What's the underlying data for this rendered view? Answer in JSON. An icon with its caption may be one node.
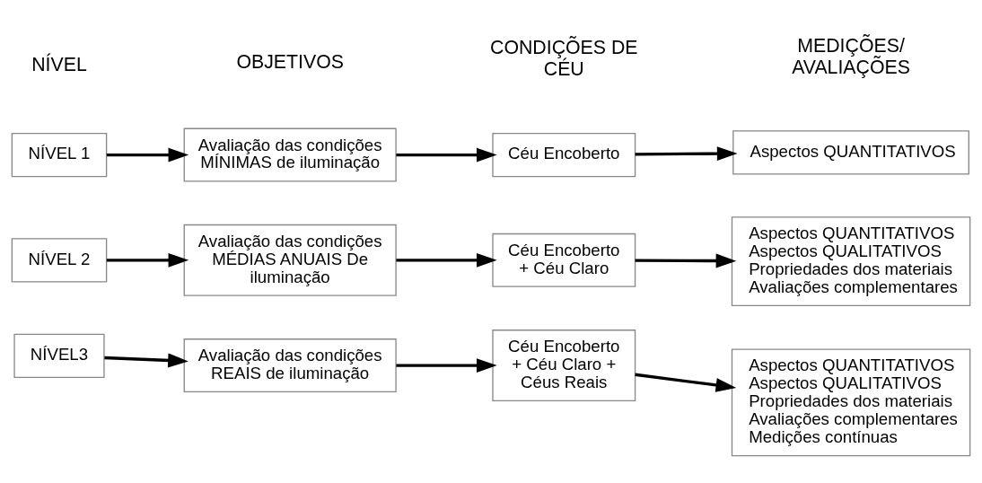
{
  "diagram": {
    "nodes": [
      {
        "text": [
          "NÍVEL 1"
        ]
      },
      {
        "text": [
          "Avaliação das condições MÍNIMAS de iluminação"
        ]
      },
      {
        "text": [
          "Céu Encoberto"
        ]
      },
      {
        "text": [
          "Aspectos QUANTITATIVOS"
        ]
      },
      {
        "text": [
          "NÍVEL 2"
        ]
      },
      {
        "text": [
          "Avaliação das condições MÉDIAS ANUAIS De iluminação"
        ]
      },
      {
        "text": [
          "Céu Encoberto + Céu Claro"
        ]
      },
      {
        "text": [
          "Aspectos QUANTITATIVOS",
          "Aspectos QUALITATIVOS",
          "Propriedades dos materiais",
          "Avaliações complementares"
        ]
      },
      {
        "text": [
          "NÍVEL3"
        ]
      },
      {
        "text": [
          "Avaliação das condições REAIS de iluminação"
        ]
      },
      {
        "text": [
          "Céu Encoberto + Céu Claro + Céus Reais"
        ]
      },
      {
        "text": [
          "Aspectos QUANTITATIVOS",
          "Aspectos QUALITATIVOS",
          "Propriedades dos materiais",
          "Avaliações complementares",
          "Medições contínuas"
        ]
      }
    ],
    "edges": [
      {
        "from": 0,
        "to": 1,
        "arrow": "to"
      },
      {
        "from": 1,
        "to": 2,
        "arrow": "to"
      },
      {
        "from": 2,
        "to": 3,
        "arrow": "to"
      },
      {
        "from": 4,
        "to": 5,
        "arrow": "to"
      },
      {
        "from": 5,
        "to": 6,
        "arrow": "to"
      },
      {
        "from": 6,
        "to": 7,
        "arrow": "to"
      },
      {
        "from": 8,
        "to": 9,
        "arrow": "to"
      },
      {
        "from": 9,
        "to": 10,
        "arrow": "to"
      },
      {
        "from": 10,
        "to": 11,
        "arrow": "to"
      }
    ],
    "labels": [
      "NÍVEL",
      "OBJETIVOS",
      "CONDIÇÕES DE CÉU",
      "MEDIÇÕES/ AVALIAÇÕES"
    ]
  }
}
